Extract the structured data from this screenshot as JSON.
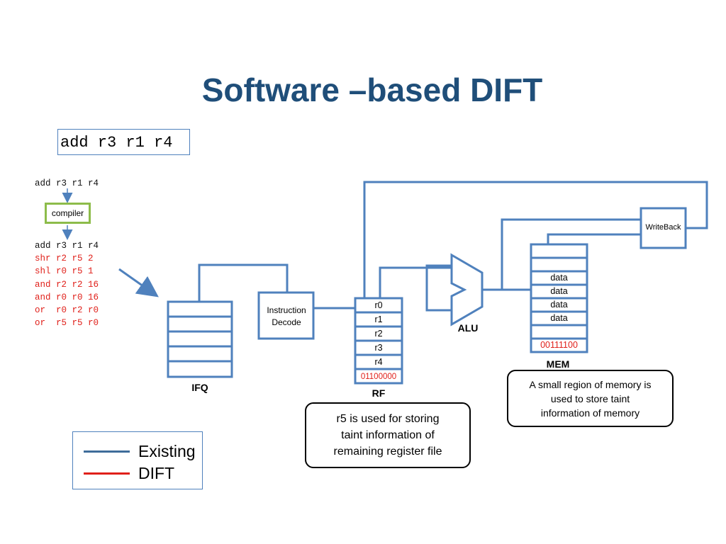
{
  "title": "Software –based DIFT",
  "instruction": "add r3 r1 r4",
  "code_input": "add r3 r1 r4",
  "compiler_label": "compiler",
  "code_output": [
    {
      "text": "add r3 r1 r4",
      "color": "#111111"
    },
    {
      "text": "shr r2 r5 2",
      "color": "#e0201a"
    },
    {
      "text": "shl r0 r5 1",
      "color": "#e0201a"
    },
    {
      "text": "and r2 r2 16",
      "color": "#e0201a"
    },
    {
      "text": "and r0 r0 16",
      "color": "#e0201a"
    },
    {
      "text": "or  r0 r2 r0",
      "color": "#e0201a"
    },
    {
      "text": "or  r5 r5 r0",
      "color": "#e0201a"
    }
  ],
  "ifq": {
    "label": "IFQ"
  },
  "decode": {
    "label_line1": "Instruction",
    "label_line2": "Decode"
  },
  "rf": {
    "label": "RF",
    "registers": [
      "r0",
      "r1",
      "r2",
      "r3",
      "r4"
    ],
    "taint_value": "01100000"
  },
  "alu": {
    "label": "ALU"
  },
  "mem": {
    "label": "MEM",
    "cells": [
      "",
      "",
      "data",
      "data",
      "data",
      "data",
      ""
    ],
    "taint_value": "00111100"
  },
  "writeback": {
    "label": "WriteBack"
  },
  "callouts": {
    "rf_note": [
      "r5 is used for storing",
      "taint information of",
      "remaining register file"
    ],
    "mem_note": [
      "A small region of memory is",
      "used to store taint",
      "information of memory"
    ]
  },
  "legend": {
    "existing": {
      "label": "Existing",
      "color": "#3f6c9a"
    },
    "dift": {
      "label": "DIFT",
      "color": "#e0201a"
    }
  },
  "colors": {
    "wire": "#4f81bd",
    "title": "#1f4e79",
    "compiler_border": "#8dbc4a",
    "taint": "#e0201a"
  }
}
